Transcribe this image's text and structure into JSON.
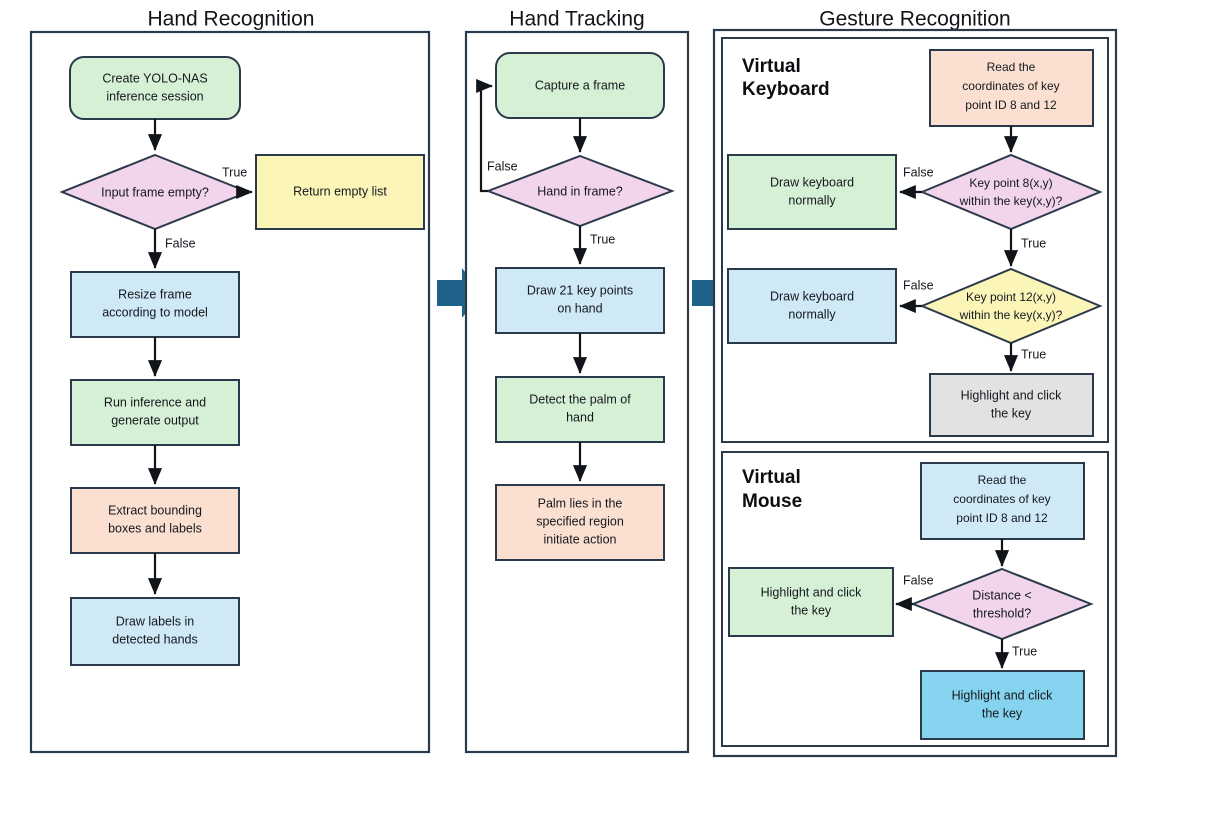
{
  "figure": {
    "title": "Hand recognition, hand tracking and gesture recognition pipeline",
    "colors": {
      "green": "#d6f0d6",
      "blue_light": "#cfe9f7",
      "blue_strong": "#86d3f0",
      "pink": "#f2d4ec",
      "yellow": "#fbf6b8",
      "peach": "#fbe0d2",
      "grey": "#e2e2e2",
      "border": "#2b3a4a",
      "stage_arrow": "#1f6289",
      "text": "#14181d"
    }
  },
  "panels": [
    {
      "id": "hand-recognition",
      "title": "Hand Recognition",
      "nodes": [
        {
          "id": "create-session",
          "label": "Create YOLO-NAS\ninference session",
          "shape": "rounded",
          "color": "green"
        },
        {
          "id": "input-frame-empty",
          "label": "Input frame empty?",
          "shape": "diamond",
          "color": "pink"
        },
        {
          "id": "return-empty-list",
          "label": "Return empty list",
          "shape": "rect",
          "color": "yellow"
        },
        {
          "id": "resize-frame",
          "label": "Resize frame\naccording to model",
          "shape": "rect",
          "color": "blue_light"
        },
        {
          "id": "run-inference",
          "label": "Run inference and\ngenerate output",
          "shape": "rect",
          "color": "green"
        },
        {
          "id": "extract-boxes",
          "label": "Extract bounding\nboxes and labels",
          "shape": "rect",
          "color": "peach"
        },
        {
          "id": "draw-labels",
          "label": "Draw labels in\ndetected hands",
          "shape": "rect",
          "color": "blue_light"
        }
      ],
      "edge_labels": [
        "True",
        "False"
      ]
    },
    {
      "id": "hand-tracking",
      "title": "Hand Tracking",
      "nodes": [
        {
          "id": "capture-frame",
          "label": "Capture a frame",
          "shape": "rounded",
          "color": "green"
        },
        {
          "id": "hand-in-frame",
          "label": "Hand in frame?",
          "shape": "diamond",
          "color": "pink"
        },
        {
          "id": "draw-key-points",
          "label": "Draw 21 key points\non hand",
          "shape": "rect",
          "color": "blue_light"
        },
        {
          "id": "detect-palm",
          "label": "Detect the palm of\nhand",
          "shape": "rect",
          "color": "green"
        },
        {
          "id": "palm-region",
          "label": "Palm lies in the\nspecified region\ninitiate action",
          "shape": "rect",
          "color": "peach"
        }
      ],
      "edge_labels": [
        "False",
        "True"
      ]
    },
    {
      "id": "gesture-recognition",
      "title": "Gesture Recognition",
      "subpanels": [
        {
          "id": "virtual-keyboard",
          "title": "Virtual\nKeyboard",
          "title_line1": "Virtual",
          "title_line2": "Keyboard",
          "nodes": [
            {
              "id": "kb-read-coords",
              "label": "Read the\ncoordinates of key\npoint ID 8 and 12",
              "shape": "rect",
              "color": "peach"
            },
            {
              "id": "kb-keypoint8",
              "label": "Key point 8(x,y)\nwithin the key(x,y)?",
              "shape": "diamond",
              "color": "pink"
            },
            {
              "id": "kb-draw-normal-1",
              "label": "Draw keyboard\nnormally",
              "shape": "rect",
              "color": "green"
            },
            {
              "id": "kb-keypoint12",
              "label": "Key point 12(x,y)\nwithin the key(x,y)?",
              "shape": "diamond",
              "color": "yellow"
            },
            {
              "id": "kb-draw-normal-2",
              "label": "Draw keyboard\nnormally",
              "shape": "rect",
              "color": "blue_light"
            },
            {
              "id": "kb-highlight-click",
              "label": "Highlight and click\nthe key",
              "shape": "rect",
              "color": "grey"
            }
          ],
          "edge_labels": [
            "False",
            "True",
            "False",
            "True"
          ]
        },
        {
          "id": "virtual-mouse",
          "title": "Virtual\nMouse",
          "title_line1": "Virtual",
          "title_line2": "Mouse",
          "nodes": [
            {
              "id": "ms-read-coords",
              "label": "Read the\ncoordinates of key\npoint ID 8 and 12",
              "shape": "rect",
              "color": "blue_light"
            },
            {
              "id": "ms-distance",
              "label": "Distance <\nthreshold?",
              "shape": "diamond",
              "color": "pink"
            },
            {
              "id": "ms-highlight-false",
              "label": "Highlight and click\nthe key",
              "shape": "rect",
              "color": "green"
            },
            {
              "id": "ms-highlight-true",
              "label": "Highlight and click\nthe key",
              "shape": "rect",
              "color": "blue_strong"
            }
          ],
          "edge_labels": [
            "False",
            "True"
          ]
        }
      ]
    }
  ],
  "stage_arrows": [
    {
      "id": "arrow-recognition-to-tracking"
    },
    {
      "id": "arrow-tracking-to-gesture"
    }
  ],
  "text": {
    "p1_title": "Hand Recognition",
    "p1_create_session_l1": "Create YOLO-NAS",
    "p1_create_session_l2": "inference session",
    "p1_input_frame_empty": "Input frame empty?",
    "p1_true": "True",
    "p1_false": "False",
    "p1_return_empty": "Return empty list",
    "p1_resize_l1": "Resize frame",
    "p1_resize_l2": "according to model",
    "p1_run_l1": "Run inference and",
    "p1_run_l2": "generate output",
    "p1_extract_l1": "Extract bounding",
    "p1_extract_l2": "boxes and labels",
    "p1_draw_l1": "Draw labels in",
    "p1_draw_l2": "detected hands",
    "p2_title": "Hand Tracking",
    "p2_capture": "Capture a frame",
    "p2_hand_in_frame": "Hand in frame?",
    "p2_false": "False",
    "p2_true": "True",
    "p2_draw_l1": "Draw 21 key points",
    "p2_draw_l2": "on hand",
    "p2_detect_l1": "Detect the palm of",
    "p2_detect_l2": "hand",
    "p2_palm_l1": "Palm lies in the",
    "p2_palm_l2": "specified region",
    "p2_palm_l3": "initiate action",
    "p3_title": "Gesture Recognition",
    "vk_title_l1": "Virtual",
    "vk_title_l2": "Keyboard",
    "vk_read_l1": "Read the",
    "vk_read_l2": "coordinates of key",
    "vk_read_l3": "point ID 8 and 12",
    "vk_kp8_l1": "Key point 8(x,y)",
    "vk_kp8_l2": "within the key(x,y)?",
    "vk_false_1": "False",
    "vk_true_1": "True",
    "vk_draw1_l1": "Draw keyboard",
    "vk_draw1_l2": "normally",
    "vk_kp12_l1": "Key point 12(x,y)",
    "vk_kp12_l2": "within the key(x,y)?",
    "vk_false_2": "False",
    "vk_true_2": "True",
    "vk_draw2_l1": "Draw keyboard",
    "vk_draw2_l2": "normally",
    "vk_high_l1": "Highlight and click",
    "vk_high_l2": "the key",
    "vm_title_l1": "Virtual",
    "vm_title_l2": "Mouse",
    "vm_read_l1": "Read the",
    "vm_read_l2": "coordinates of key",
    "vm_read_l3": "point ID 8 and 12",
    "vm_dist_l1": "Distance <",
    "vm_dist_l2": "threshold?",
    "vm_false": "False",
    "vm_true": "True",
    "vm_highf_l1": "Highlight and click",
    "vm_highf_l2": "the key",
    "vm_hight_l1": "Highlight and click",
    "vm_hight_l2": "the key"
  }
}
